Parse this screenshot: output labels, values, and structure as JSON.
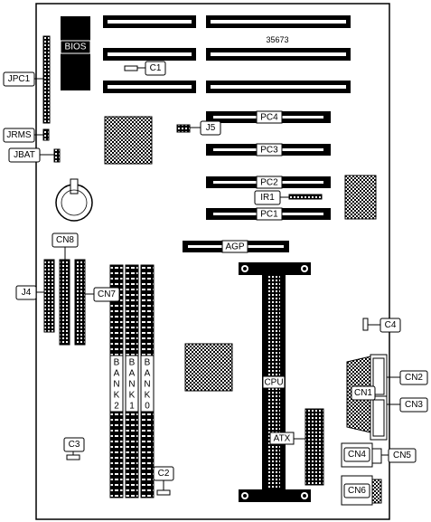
{
  "diagram": {
    "board_id": "35673",
    "chips": {
      "bios": "BIOS"
    },
    "slots": {
      "pci": [
        "PC4",
        "PC3",
        "PC2",
        "PC1"
      ],
      "agp": "AGP",
      "cpu": "CPU",
      "atx": "ATX"
    },
    "memory_banks": [
      {
        "letters": [
          "B",
          "A",
          "N",
          "K",
          "2"
        ]
      },
      {
        "letters": [
          "B",
          "A",
          "N",
          "K",
          "1"
        ]
      },
      {
        "letters": [
          "B",
          "A",
          "N",
          "K",
          "0"
        ]
      }
    ],
    "callouts": {
      "jpc1": "JPC1",
      "jrms": "JRMS",
      "jbat": "JBAT",
      "j4": "J4",
      "j5": "J5",
      "c1": "C1",
      "c2": "C2",
      "c3": "C3",
      "c4": "C4",
      "cn1": "CN1",
      "cn2": "CN2",
      "cn3": "CN3",
      "cn4": "CN4",
      "cn5": "CN5",
      "cn6": "CN6",
      "cn7": "CN7",
      "cn8": "CN8",
      "ir1": "IR1"
    }
  }
}
